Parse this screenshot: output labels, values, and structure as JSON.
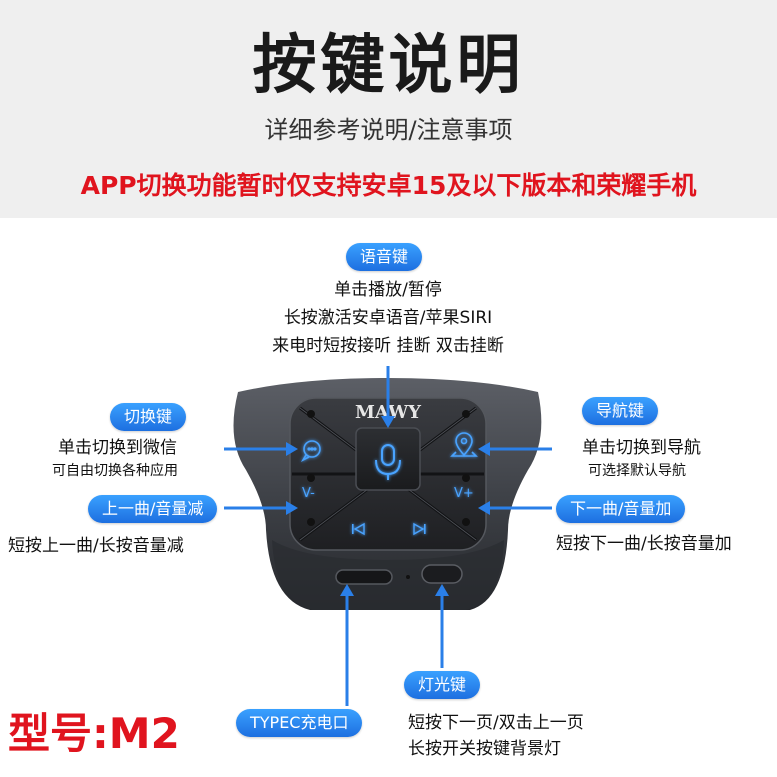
{
  "header": {
    "title": "按键说明",
    "subtitle": "详细参考说明/注意事项",
    "notice": "APP切换功能暂时仅支持安卓15及以下版本和荣耀手机"
  },
  "device": {
    "brand_logo": "MAWY"
  },
  "callouts": {
    "voice": {
      "label": "语音键",
      "lines": [
        "单击播放/暂停",
        "长按激活安卓语音/苹果SIRI",
        "来电时短按接听 挂断 双击挂断"
      ]
    },
    "switch": {
      "label": "切换键",
      "line1": "单击切换到微信",
      "line2": "可自由切换各种应用"
    },
    "nav": {
      "label": "导航键",
      "line1": "单击切换到导航",
      "line2": "可选择默认导航"
    },
    "prev": {
      "label": "上一曲/音量减",
      "line1": "短按上一曲/长按音量减"
    },
    "next": {
      "label": "下一曲/音量加",
      "line1": "短按下一曲/长按音量加"
    },
    "light": {
      "label": "灯光键",
      "line1": "短按下一页/双击上一页",
      "line2": "长按开关按键背景灯"
    },
    "typec": {
      "label": "TYPEC充电口"
    }
  },
  "keys": {
    "v_minus": "V-",
    "v_plus": "V+"
  },
  "model": "型号:M2",
  "colors": {
    "accent_blue": "#2a7fe8",
    "notice_red": "#e0141e"
  },
  "icons": [
    "mic-icon",
    "chat-icon",
    "location-pin-icon",
    "prev-track-icon",
    "next-track-icon"
  ]
}
